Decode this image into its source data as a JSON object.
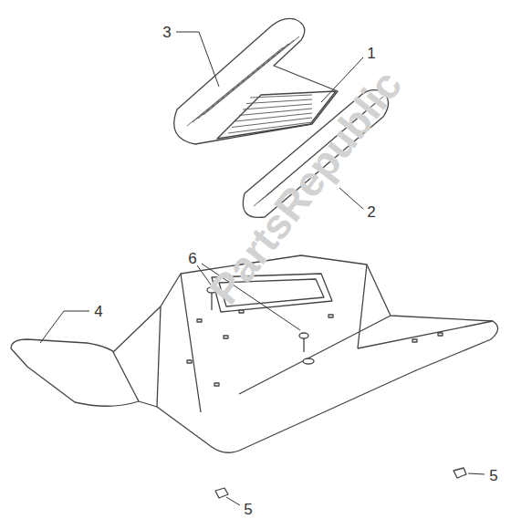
{
  "diagram": {
    "labels": [
      "3",
      "1",
      "2",
      "6",
      "4",
      "5",
      "5",
      "PartsRepublic"
    ]
  }
}
